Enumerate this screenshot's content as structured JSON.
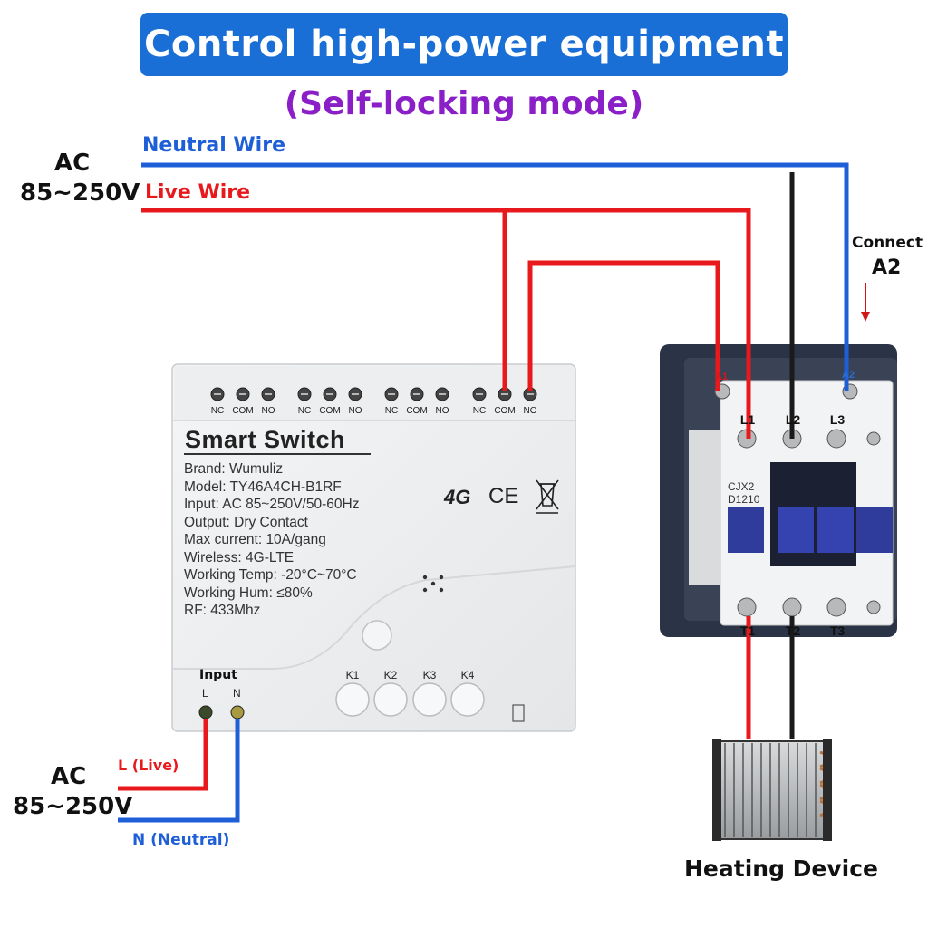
{
  "title": "Control high-power equipment",
  "subtitle": "(Self-locking mode)",
  "ac_top": {
    "line1": "AC",
    "line2": "85~250V"
  },
  "neutral_wire_label": "Neutral Wire",
  "live_wire_label": "Live Wire",
  "connect_a2": {
    "line1": "Connect",
    "line2": "A2"
  },
  "device": {
    "name": "Smart Switch",
    "terminals": [
      "NC",
      "COM",
      "NO",
      "NC",
      "COM",
      "NO",
      "NC",
      "COM",
      "NO",
      "NC",
      "COM",
      "NO"
    ],
    "specs": [
      "Brand: Wumuliz",
      "Model:  TY46A4CH-B1RF",
      "Input:  AC 85~250V/50-60Hz",
      "Output:  Dry Contact",
      "Max current:  10A/gang",
      "Wireless:  4G-LTE",
      "Working Temp:  -20°C~70°C",
      "Working Hum:  ≤80%",
      "RF:  433Mhz"
    ],
    "marks": {
      "cert_4g": "4G",
      "cert_ce": "CE"
    },
    "input_label": "Input",
    "input_terms": [
      "L",
      "N"
    ],
    "keys": [
      "K1",
      "K2",
      "K3",
      "K4"
    ]
  },
  "contactor": {
    "a1": "A1",
    "a2": "A2",
    "top_terms": [
      "L1",
      "L2",
      "L3"
    ],
    "bottom_terms": [
      "T1",
      "T2",
      "T3"
    ],
    "model_line1": "CJX2",
    "model_line2": "D1210"
  },
  "ac_bottom": {
    "line1": "AC",
    "line2": "85~250V"
  },
  "l_live_label": "L (Live)",
  "n_neutral_label": "N (Neutral)",
  "heating_label": "Heating Device",
  "colors": {
    "banner": "#1a6fd6",
    "subtitle": "#8b1fc7",
    "live": "#e8191c",
    "neutral": "#1e5fd8",
    "black_wire": "#1a1a1a"
  }
}
